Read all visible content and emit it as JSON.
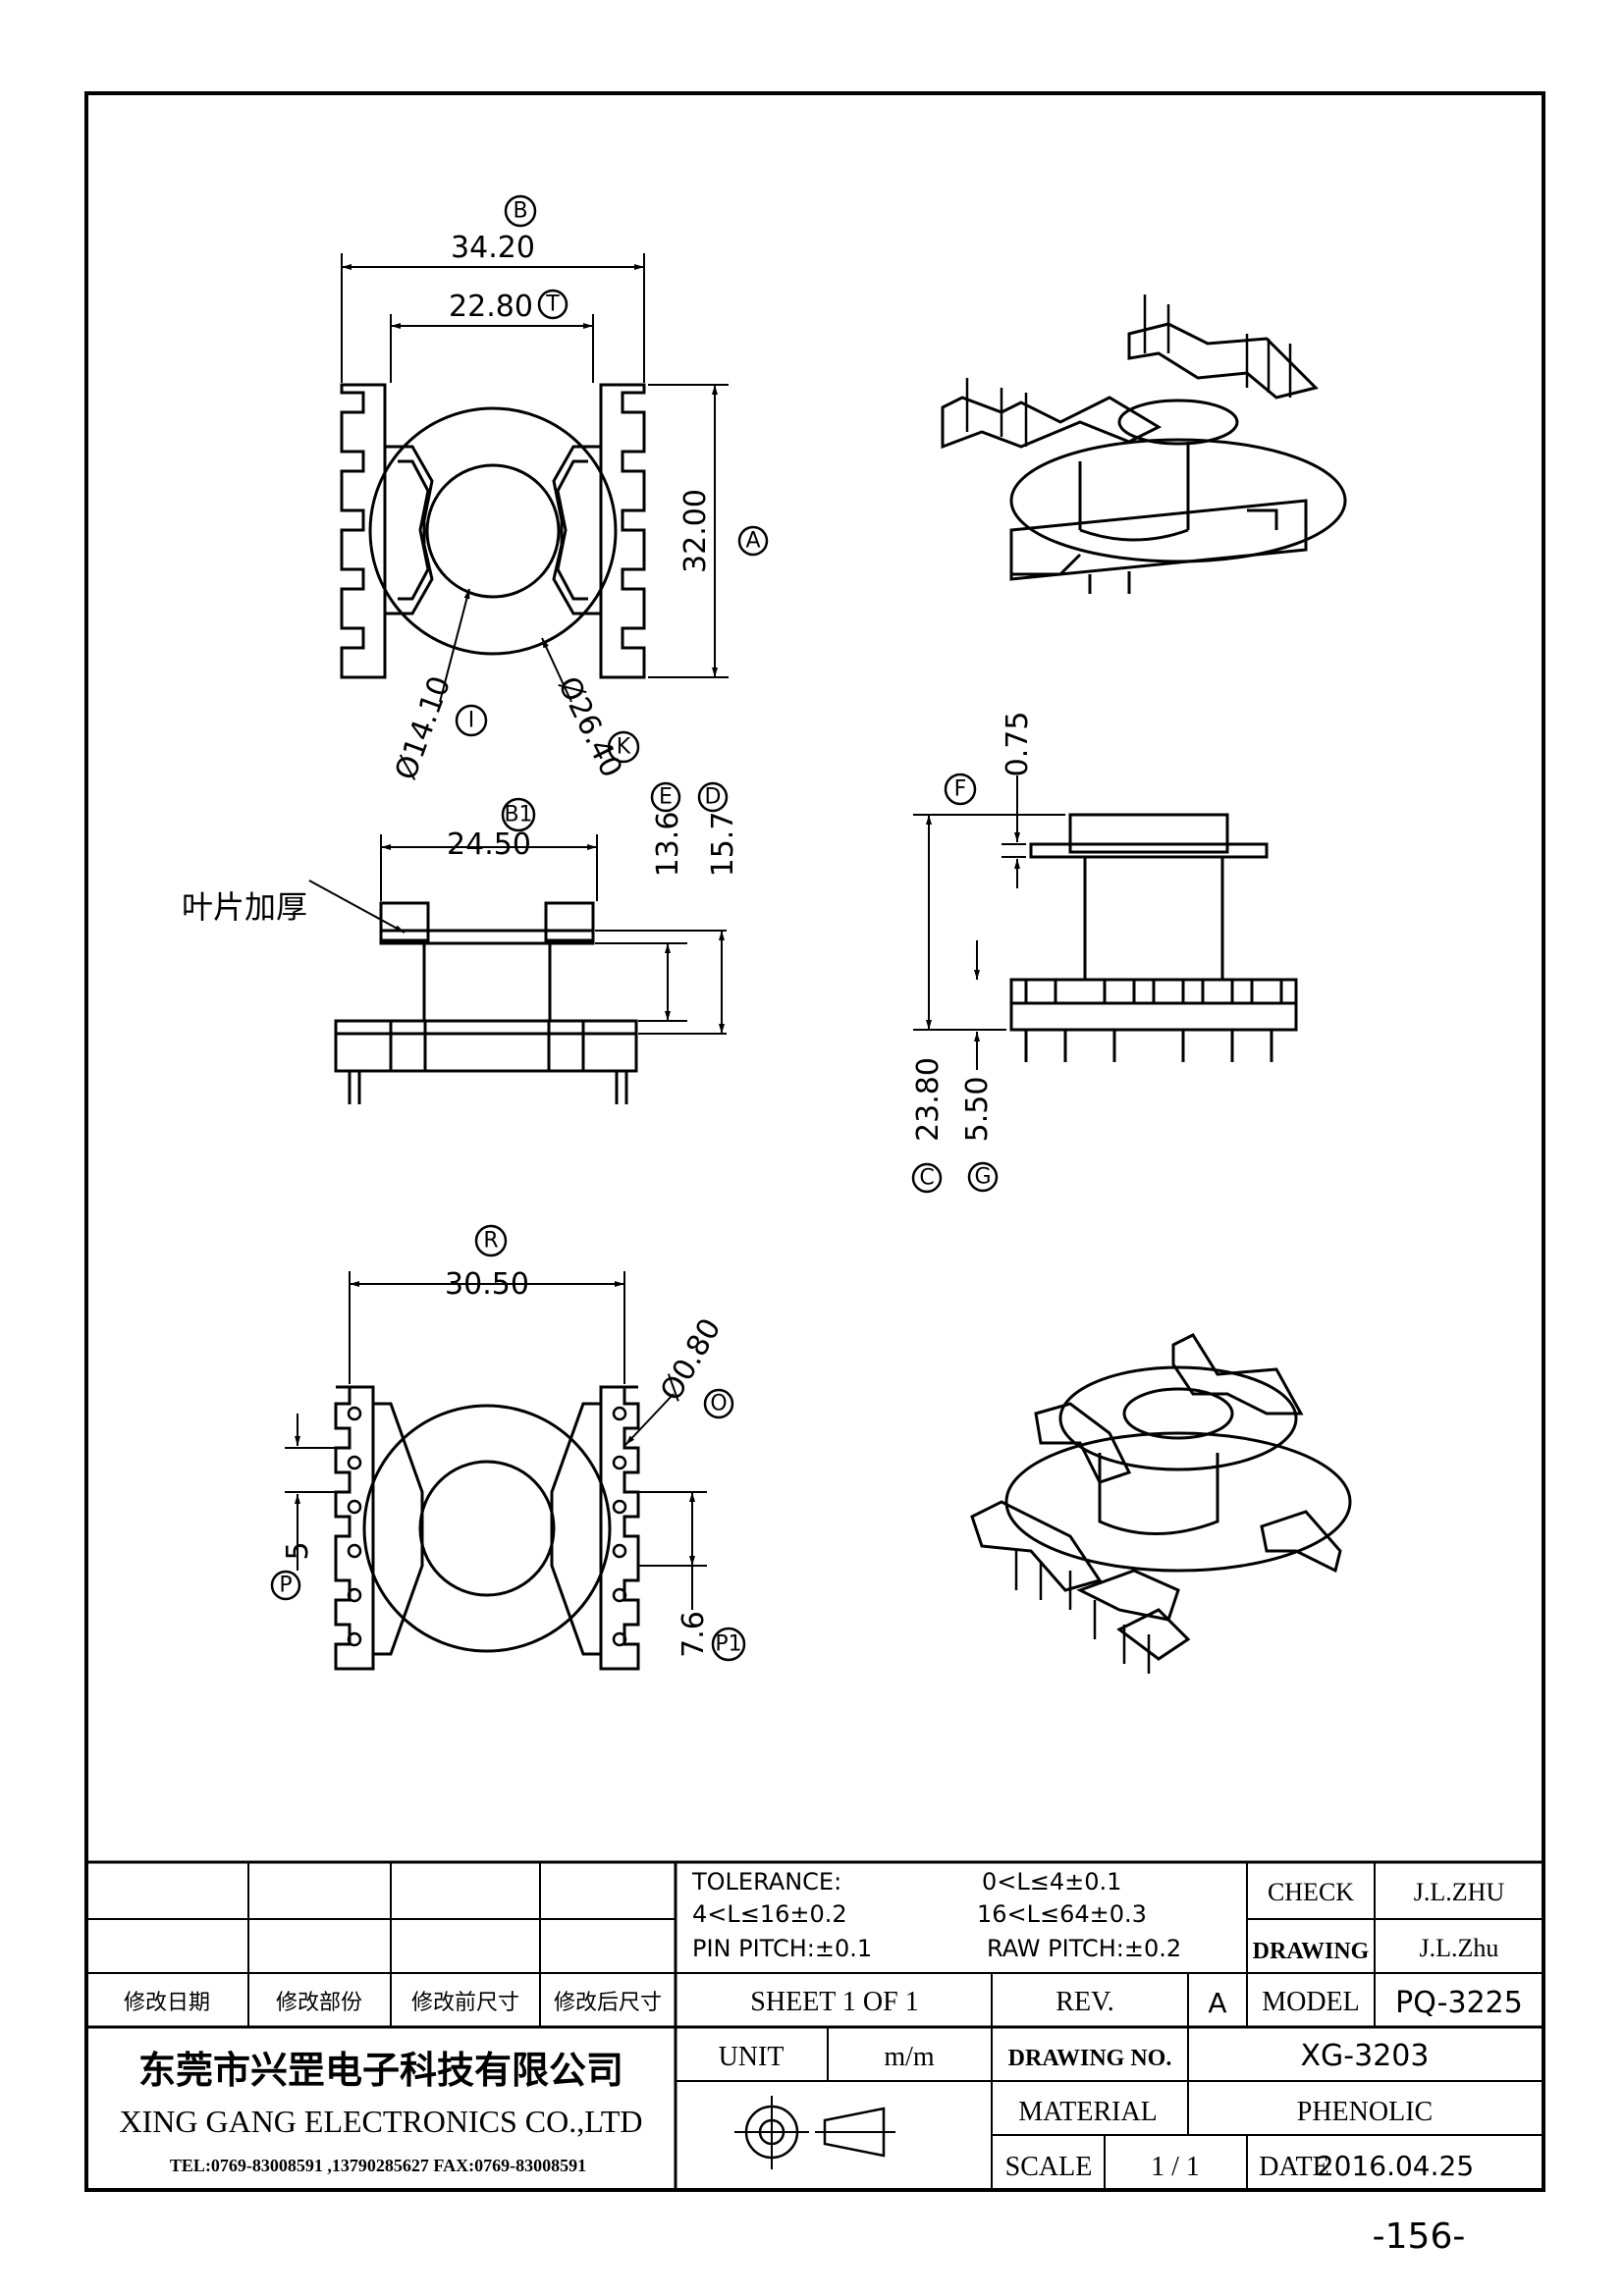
{
  "dimensions": {
    "top_width_outer": "34.20",
    "top_width_inner": "22.80",
    "height_A": "32.00",
    "dia_I": "Ø14.10",
    "dia_K": "Ø26.40",
    "side_width_B1": "24.50",
    "side_height_E": "13.6",
    "side_height_D": "15.7",
    "leaf_note": "叶片加厚",
    "flange_F": "0.75",
    "total_height_C": "23.80",
    "pin_length_G": "5.50",
    "bottom_width_R": "30.50",
    "pin_dia_O": "Ø0.80",
    "pitch_P": "5",
    "pitch_P1": "7.6"
  },
  "callouts": {
    "B": "B",
    "T": "T",
    "A": "A",
    "I": "I",
    "K": "K",
    "B1": "B1",
    "E": "E",
    "D": "D",
    "F": "F",
    "C": "C",
    "G": "G",
    "R": "R",
    "O": "O",
    "P": "P",
    "P1": "P1"
  },
  "title_block": {
    "revision_headers": [
      "修改日期",
      "修改部份",
      "修改前尺寸",
      "修改后尺寸"
    ],
    "tolerance_label": "TOLERANCE:",
    "tol_1": "0<L≤4±0.1",
    "tol_2": "4<L≤16±0.2",
    "tol_3": "16<L≤64±0.3",
    "pin_pitch": "PIN PITCH:±0.1",
    "raw_pitch": "RAW PITCH:±0.2",
    "check_label": "CHECK",
    "check_value": "J.L.ZHU",
    "drawing_label": "DRAWING",
    "drawing_value": "J.L.Zhu",
    "sheet": "SHEET 1 OF 1",
    "rev_label": "REV.",
    "rev_value": "A",
    "model_label": "MODEL",
    "model_value": "PQ-3225",
    "company_cn": "东莞市兴罡电子科技有限公司",
    "company_en": "XING GANG  ELECTRONICS CO.,LTD",
    "contact": "TEL:0769-83008591 ,13790285627 FAX:0769-83008591",
    "unit_label": "UNIT",
    "unit_value": "m/m",
    "drawing_no_label": "DRAWING  NO.",
    "drawing_no_value": "XG-3203",
    "material_label": "MATERIAL",
    "material_value": "PHENOLIC",
    "scale_label": "SCALE",
    "scale_value": "1  /  1",
    "date_label": "DATE",
    "date_value": "2016.04.25"
  },
  "page_number": "-156-"
}
